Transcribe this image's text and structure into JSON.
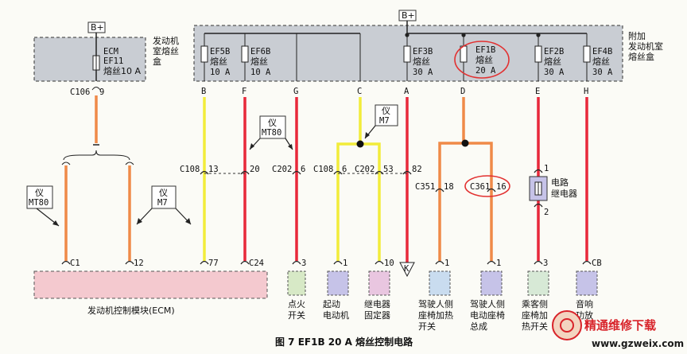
{
  "colors": {
    "fuse_box_fill": "#c9cdd3",
    "ecm_fill": "#f4c9cf",
    "wire_yellow": "#f2ec3a",
    "wire_red": "#e8283a",
    "wire_orange": "#ef8a48",
    "highlight_circle": "#e23030",
    "logo_text": "#d8232a"
  },
  "fuse_box_left": {
    "supply": "B+",
    "line1": "ECM",
    "fuse": "EF11",
    "rating": "熔丝10 A",
    "title_line1": "发动机",
    "title_line2": "室熔丝",
    "title_line3": "盒",
    "connector": "C106",
    "pin": "9"
  },
  "fuse_box_right": {
    "supply": "B+",
    "title_line1": "附加",
    "title_line2": "发动机室",
    "title_line3": "熔丝盒"
  },
  "fuses": [
    {
      "name": "EF5B",
      "label": "熔丝",
      "rating": "10 A",
      "terminal": "B"
    },
    {
      "name": "EF6B",
      "label": "熔丝",
      "rating": "10 A",
      "terminal": "F"
    },
    {
      "name": "",
      "label": "",
      "rating": "",
      "terminal": "G"
    },
    {
      "name": "",
      "label": "",
      "rating": "",
      "terminal": "C"
    },
    {
      "name": "EF3B",
      "label": "熔丝",
      "rating": "30 A",
      "terminal": "A"
    },
    {
      "name": "EF1B",
      "label": "熔丝",
      "rating": "20 A",
      "terminal": "D"
    },
    {
      "name": "EF2B",
      "label": "熔丝",
      "rating": "30 A",
      "terminal": "E"
    },
    {
      "name": "EF4B",
      "label": "熔丝",
      "rating": "30 A",
      "terminal": "H"
    }
  ],
  "tags": {
    "mt80_a": [
      "仪",
      "MT80"
    ],
    "m7_a": [
      "仪",
      "M7"
    ],
    "mt80_b": [
      "仪",
      "MT80"
    ],
    "m7_b": [
      "仪",
      "M7"
    ]
  },
  "connectors": {
    "c108_13": {
      "conn": "C108",
      "pin": "13"
    },
    "f_20": "20",
    "c202_6": {
      "conn": "C202",
      "pin": "6"
    },
    "c108_6": {
      "conn": "C108",
      "pin": "6"
    },
    "c202_53": {
      "conn": "C202",
      "pin": "53"
    },
    "a_82": "82",
    "c351_18": {
      "conn": "C351",
      "pin": "18"
    },
    "c361_16": {
      "conn": "C361",
      "pin": "16"
    },
    "e_1": "1",
    "e_2": "2"
  },
  "ecm": {
    "label": "发动机控制模块(ECM)",
    "pins": [
      "C1",
      "12",
      "77",
      "C24"
    ]
  },
  "relay": {
    "label_line1": "电路",
    "label_line2": "继电器"
  },
  "components": [
    {
      "pin": "3",
      "line1": "点火",
      "line2": "开关",
      "line3": ""
    },
    {
      "pin": "1",
      "line1": "起动",
      "line2": "电动机",
      "line3": ""
    },
    {
      "pin": "10",
      "line1": "继电器",
      "line2": "固定器",
      "line3": ""
    },
    {
      "pin": "K",
      "line1": "",
      "line2": "",
      "line3": ""
    },
    {
      "pin": "1",
      "line1": "驾驶人侧",
      "line2": "座椅加热",
      "line3": "开关"
    },
    {
      "pin": "1",
      "line1": "驾驶人侧",
      "line2": "电动座椅",
      "line3": "总成"
    },
    {
      "pin": "3",
      "line1": "乘客侧",
      "line2": "座椅加",
      "line3": "热开关"
    },
    {
      "pin": "CB",
      "line1": "音响",
      "line2": "功放",
      "line3": ""
    }
  ],
  "caption": "图 7   EF1B 20 A 熔丝控制电路",
  "logo": {
    "text": "精通维修下载",
    "url": "www.gzweix.com"
  }
}
